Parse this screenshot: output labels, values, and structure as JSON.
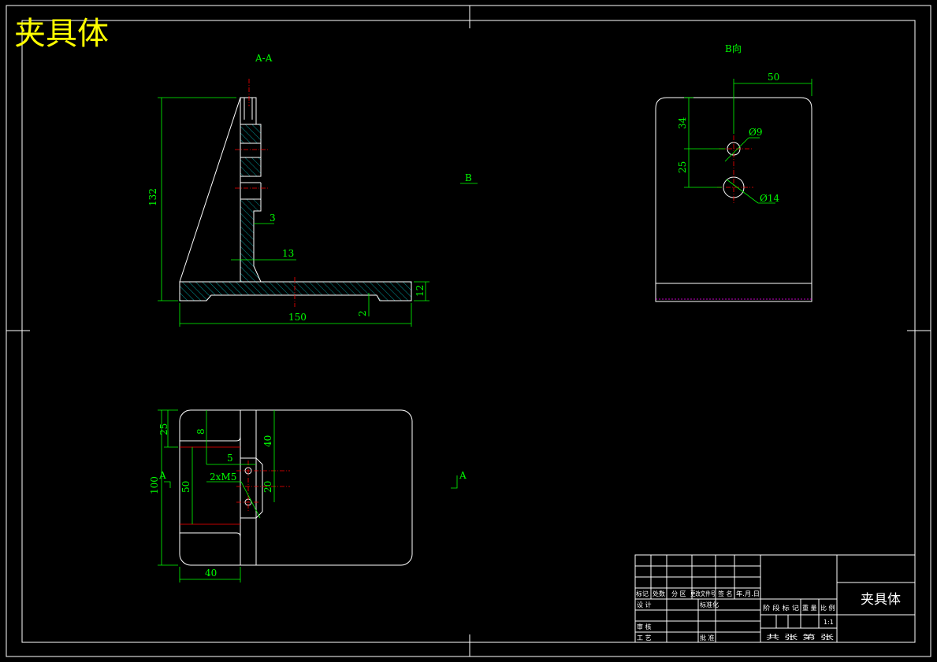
{
  "sheet": {
    "corner_title": "夹具体"
  },
  "views": {
    "section_label": "A-A",
    "view_b_label": "B向",
    "b_arrow_label": "B",
    "a_arrow_left": "A",
    "a_arrow_right": "A"
  },
  "dims": {
    "section": {
      "height": "132",
      "width": "150",
      "d3": "3",
      "d13": "13",
      "d12": "12",
      "d2": "2"
    },
    "viewb": {
      "w50": "50",
      "d34": "34",
      "d25": "25",
      "hole1": "Ø9",
      "hole2": "Ø14"
    },
    "plan": {
      "d25": "25",
      "d8": "8",
      "d40": "40",
      "d5": "5",
      "thread": "2xM5",
      "d100": "100",
      "d50": "50",
      "d20": "20",
      "w40": "40"
    }
  },
  "title_block": {
    "part_name": "夹具体",
    "scale": "1:1",
    "row_headers": [
      "标记",
      "处数",
      "分 区",
      "更改文件号",
      "签 名",
      "年.月.日"
    ],
    "design": "设 计",
    "standardize": "标准化",
    "review": "审 核",
    "process": "工 艺",
    "approve": "批 准",
    "stage_mark": "阶 段 标 记",
    "weight": "重 量",
    "scale_label": "比 例",
    "sheets": "共    张    第    张"
  }
}
